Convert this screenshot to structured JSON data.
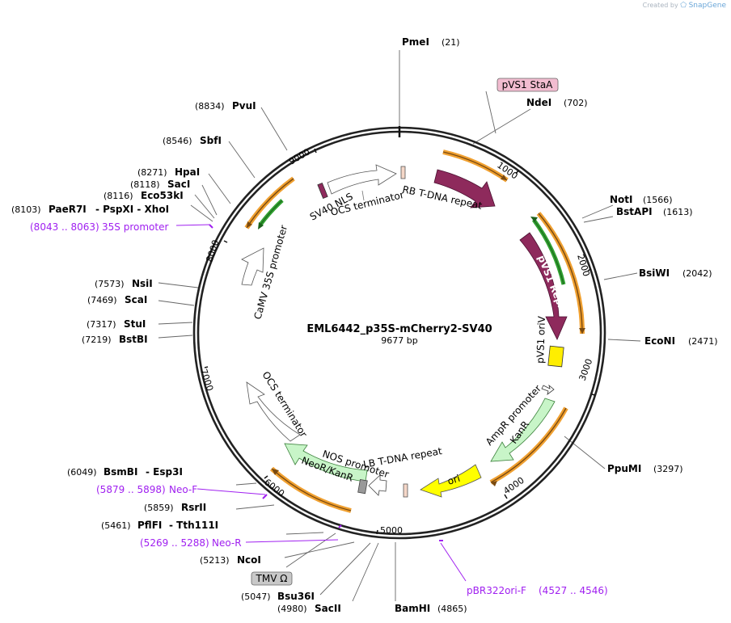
{
  "credit": {
    "prefix": "Created by",
    "brand": "SnapGene"
  },
  "plasmid": {
    "name": "EML6442_p35S-mCherry2-SV40",
    "length_label": "9677 bp"
  },
  "ticks": [
    "1000",
    "2000",
    "3000",
    "4000",
    "5000",
    "6000",
    "7000",
    "8000",
    "9000"
  ],
  "sites": [
    {
      "name": "PmeI",
      "pos": "(21)"
    },
    {
      "name": "NdeI",
      "pos": "(702)"
    },
    {
      "name": "NotI",
      "pos": "(1566)"
    },
    {
      "name": "BstAPI",
      "pos": "(1613)"
    },
    {
      "name": "BsiWI",
      "pos": "(2042)"
    },
    {
      "name": "EcoNI",
      "pos": "(2471)"
    },
    {
      "name": "PpuMI",
      "pos": "(3297)"
    },
    {
      "name": "BamHI",
      "pos": "(4865)"
    },
    {
      "name": "SacII",
      "pos": "(4980)"
    },
    {
      "name": "Bsu36I",
      "pos": "(5047)"
    },
    {
      "name": "NcoI",
      "pos": "(5213)"
    },
    {
      "name": "PflFI",
      "pos": "(5461)",
      "extra": "- Tth111I"
    },
    {
      "name": "RsrII",
      "pos": "(5859)"
    },
    {
      "name": "BsmBI",
      "pos": "(6049)",
      "extra": "- Esp3I"
    },
    {
      "name": "BstBI",
      "pos": "(7219)"
    },
    {
      "name": "StuI",
      "pos": "(7317)"
    },
    {
      "name": "ScaI",
      "pos": "(7469)"
    },
    {
      "name": "NsiI",
      "pos": "(7573)"
    },
    {
      "name": "PaeR7I",
      "pos": "(8103)",
      "extra": "- PspXI  - XhoI"
    },
    {
      "name": "Eco53kI",
      "pos": "(8116)"
    },
    {
      "name": "SacI",
      "pos": "(8118)"
    },
    {
      "name": "HpaI",
      "pos": "(8271)"
    },
    {
      "name": "SbfI",
      "pos": "(8546)"
    },
    {
      "name": "PvuI",
      "pos": "(8834)"
    }
  ],
  "primers": [
    {
      "range": "(8043 .. 8063)",
      "name": "35S promoter"
    },
    {
      "range": "(5879 .. 5898)",
      "name": "Neo-F"
    },
    {
      "range": "(5269 .. 5288)",
      "name": "Neo-R"
    },
    {
      "name": "pBR322ori-F",
      "range": "(4527 .. 4546)"
    }
  ],
  "boxes": [
    {
      "label": "pVS1 StaA",
      "color": "#f2bcd0"
    },
    {
      "label": "TMV Ω",
      "color": "#c8c8c8"
    }
  ],
  "features": [
    {
      "label": "RB T-DNA repeat"
    },
    {
      "label": "pVS1 RepA"
    },
    {
      "label": "pVS1 oriV"
    },
    {
      "label": "AmpR promoter"
    },
    {
      "label": "KanR"
    },
    {
      "label": "ori"
    },
    {
      "label": "LB T-DNA repeat"
    },
    {
      "label": "NOS promoter"
    },
    {
      "label": "NeoR/KanR"
    },
    {
      "label": "OCS terminator"
    },
    {
      "label": "CaMV 35S promoter"
    },
    {
      "label": "SV40 NLS"
    },
    {
      "label": "OCS terminator"
    }
  ],
  "colors": {
    "backbone": "#222222",
    "repA": "#8e2a5c",
    "oriV": "#ffee00",
    "ori": "#ffff00",
    "kanR": "#c8f5c8",
    "orange_orf": "#f0a030",
    "green_orf": "#30a030",
    "primer": "#a020f0",
    "open_feature": "#ffffff"
  }
}
